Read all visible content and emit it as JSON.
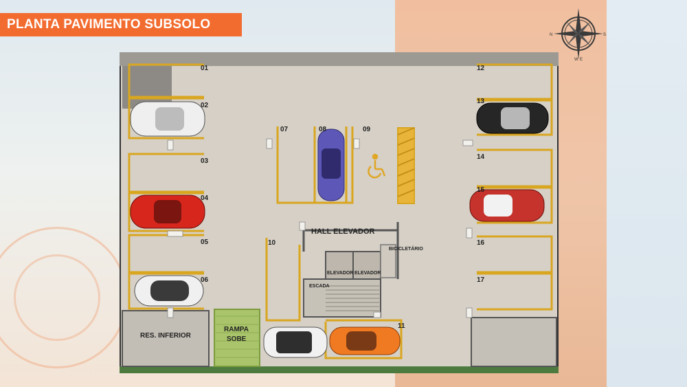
{
  "title": "PLANTA PAVIMENTO SUBSOLO",
  "compass": {
    "n": "N",
    "s": "S",
    "e": "E",
    "w": "W"
  },
  "rooms": {
    "hall": "HALL ELEVADOR",
    "bike": "BICICLETÁRIO",
    "elevator1": "ELEVADOR",
    "elevator2": "ELEVADOR",
    "stairs": "ESCADA",
    "reservoir": "RES. INFERIOR",
    "ramp_line1": "RAMPA",
    "ramp_line2": "SOBE"
  },
  "spots": {
    "s01": "01",
    "s02": "02",
    "s03": "03",
    "s04": "04",
    "s05": "05",
    "s06": "06",
    "s07": "07",
    "s08": "08",
    "s09": "09",
    "s10": "10",
    "s11": "11",
    "s12": "12",
    "s13": "13",
    "s14": "14",
    "s15": "15",
    "s16": "16",
    "s17": "17"
  },
  "colors": {
    "title_bg": "#f26b2f",
    "line_yellow": "#d9a620",
    "floor": "#d6d0c6",
    "ramp": "#a9c46a"
  },
  "cars": [
    {
      "spot": "02",
      "color": "white"
    },
    {
      "spot": "04",
      "color": "red"
    },
    {
      "spot": "06",
      "color": "white"
    },
    {
      "spot": "08",
      "color": "purple"
    },
    {
      "spot": "13",
      "color": "black"
    },
    {
      "spot": "15",
      "color": "red"
    },
    {
      "spot": "11",
      "color": "white"
    },
    {
      "spot": "11",
      "color": "orange"
    }
  ]
}
